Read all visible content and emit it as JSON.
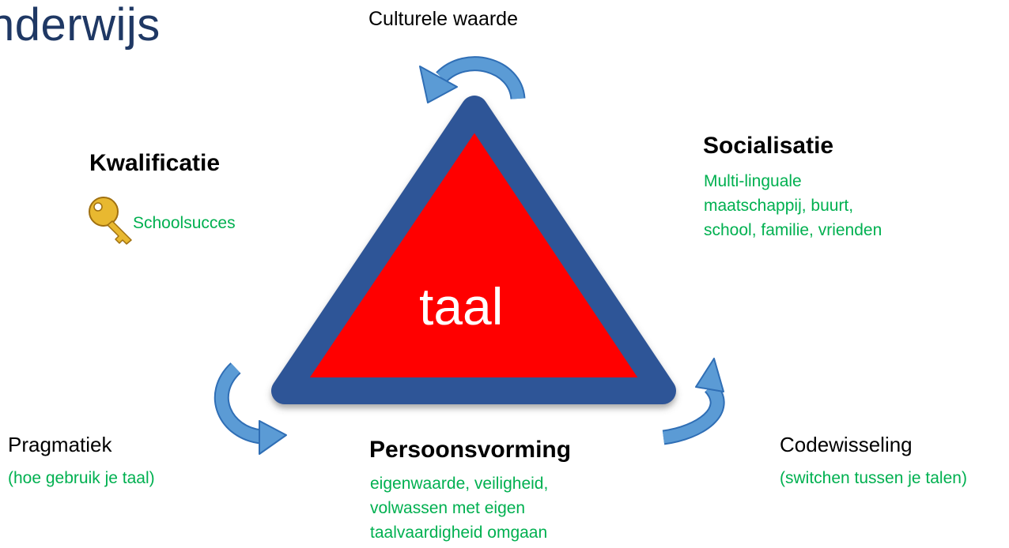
{
  "title": "nderwijs",
  "center": {
    "label": "taal"
  },
  "top": {
    "label": "Culturele waarde"
  },
  "kwalificatie": {
    "heading": "Kwalificatie",
    "item": "Schoolsucces",
    "icon": "key-icon"
  },
  "socialisatie": {
    "heading": "Socialisatie",
    "lines": [
      "Multi-linguale",
      "maatschappij, buurt,",
      "school, familie, vrienden"
    ]
  },
  "persoonsvorming": {
    "heading": "Persoonsvorming",
    "lines": [
      "eigenwaarde, veiligheid,",
      "volwassen met eigen",
      "taalvaardigheid omgaan"
    ]
  },
  "pragmatiek": {
    "label": "Pragmatiek",
    "sub": "(hoe gebruik je taal)"
  },
  "codewisseling": {
    "label": "Codewisseling",
    "sub": "(switchen tussen je talen)"
  },
  "colors": {
    "triangle_fill": "#ff0000",
    "triangle_border": "#2f5597",
    "arrow": "#5b9bd5",
    "green_text": "#00b050",
    "title": "#1f3864"
  }
}
